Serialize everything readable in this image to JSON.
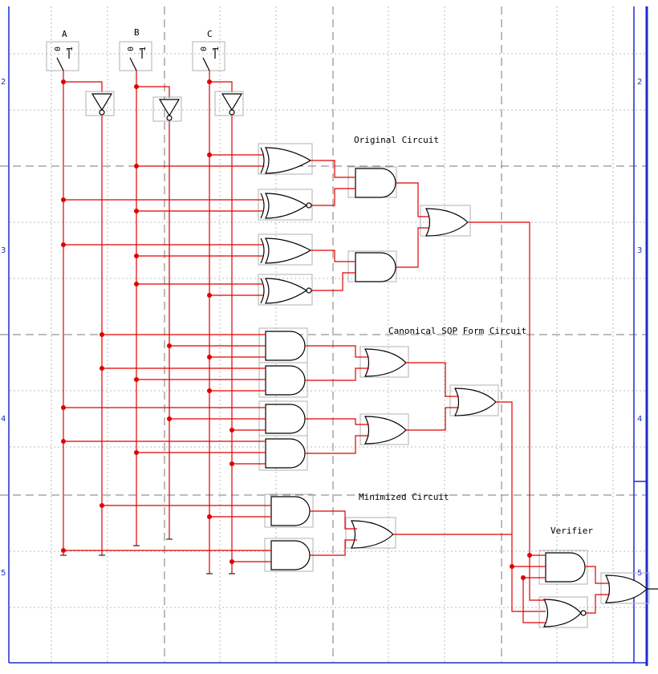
{
  "inputs": [
    "A",
    "B",
    "C"
  ],
  "switch_states": [
    "0",
    "1"
  ],
  "row_markers": [
    "2",
    "3",
    "4",
    "5"
  ],
  "sections": {
    "original": "Original Circuit",
    "canonical": "Canonical SOP Form Circuit",
    "minimized": "Minimized Circuit",
    "verifier": "Verifier"
  },
  "colors": {
    "wire": "#e00000",
    "border": "#1a2ecc",
    "grid_dotted": "#b8b8b8",
    "grid_dashed": "#7a7a7a",
    "gate": "#000000"
  }
}
